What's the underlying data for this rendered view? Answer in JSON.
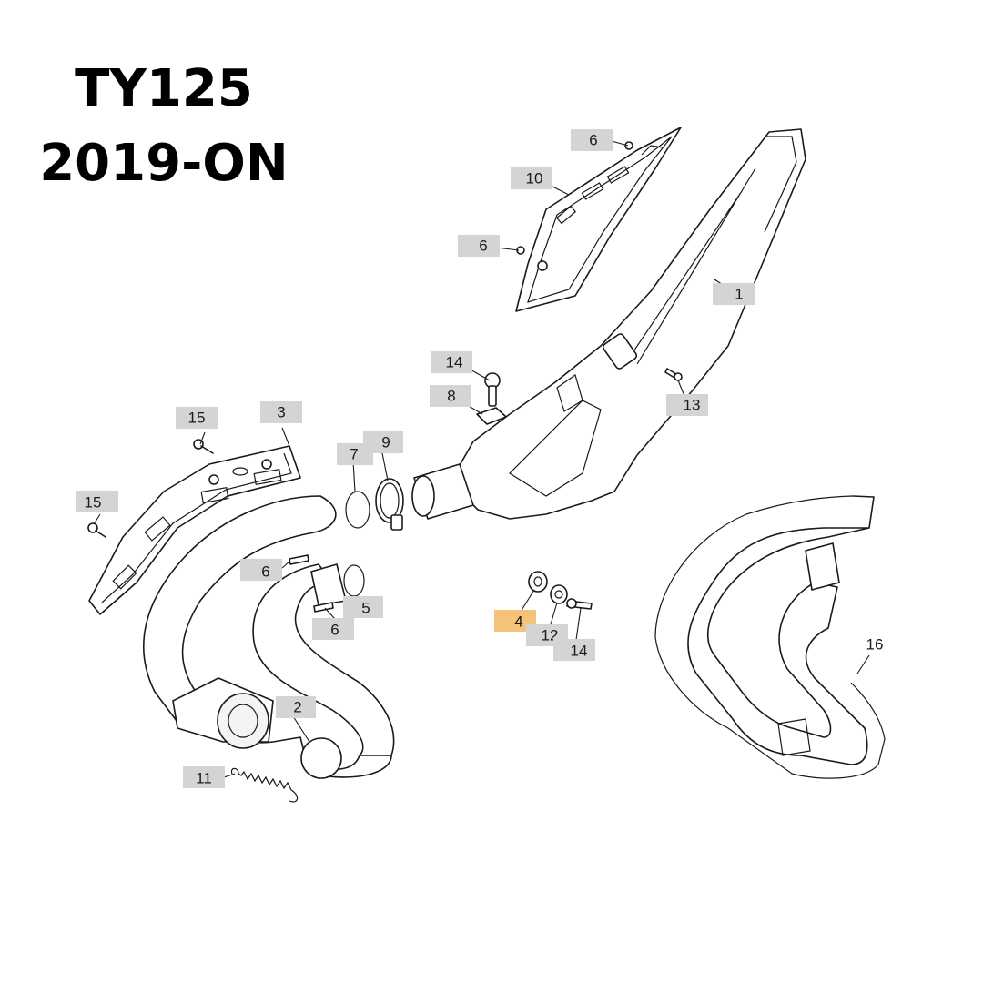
{
  "title": {
    "model": "TY125",
    "years": "2019-ON"
  },
  "callouts": [
    {
      "id": "c6a",
      "text": "6"
    },
    {
      "id": "c10",
      "text": "10"
    },
    {
      "id": "c6b",
      "text": "6"
    },
    {
      "id": "c1",
      "text": "1"
    },
    {
      "id": "c14a",
      "text": "14"
    },
    {
      "id": "c8",
      "text": "8"
    },
    {
      "id": "c13",
      "text": "13"
    },
    {
      "id": "c15a",
      "text": "15"
    },
    {
      "id": "c3",
      "text": "3"
    },
    {
      "id": "c7",
      "text": "7"
    },
    {
      "id": "c9",
      "text": "9"
    },
    {
      "id": "c15b",
      "text": "15"
    },
    {
      "id": "c6c",
      "text": "6"
    },
    {
      "id": "c5",
      "text": "5"
    },
    {
      "id": "c6d",
      "text": "6"
    },
    {
      "id": "c4",
      "text": "4"
    },
    {
      "id": "c12",
      "text": "12"
    },
    {
      "id": "c14b",
      "text": "14"
    },
    {
      "id": "c16",
      "text": "16"
    },
    {
      "id": "c2",
      "text": "2"
    },
    {
      "id": "c11",
      "text": "11"
    }
  ],
  "highlight_color": "#f5c27a",
  "label_box_color": "#d4d4d4",
  "highlighted_part": "4"
}
